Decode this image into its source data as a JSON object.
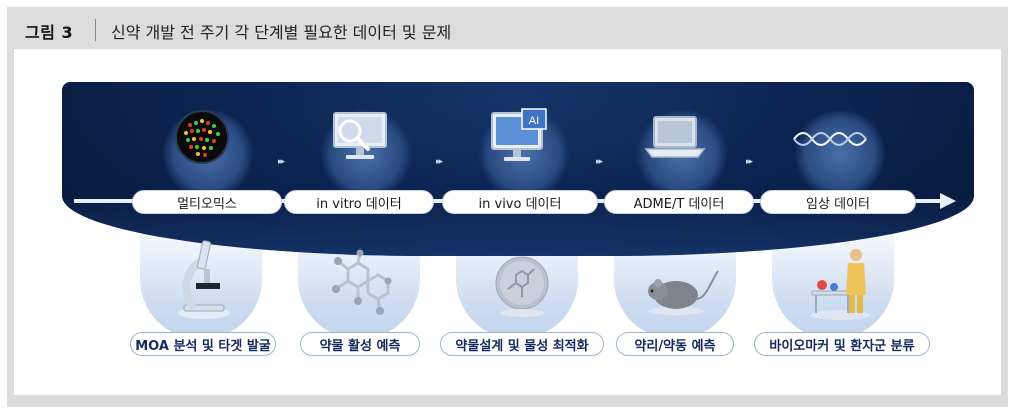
{
  "figure": {
    "label": "그림 3",
    "title": "신약 개발 전 주기 각 단계별 필요한 데이터 및 문제"
  },
  "stages": [
    {
      "label": "멀티오믹스",
      "icon": "microarray-icon"
    },
    {
      "label": "in vitro 데이터",
      "icon": "monitor-magnifier-icon"
    },
    {
      "label": "in vivo 데이터",
      "icon": "ai-monitor-icon"
    },
    {
      "label": "ADME/T 데이터",
      "icon": "laptop-icon"
    },
    {
      "label": "임상 데이터",
      "icon": "dna-wave-icon"
    }
  ],
  "tasks": [
    {
      "label": "MOA 분석 및 타겟 발굴",
      "icon": "microscope-icon"
    },
    {
      "label": "약물 활성 예측",
      "icon": "molecule-icon"
    },
    {
      "label": "약물설계 및 물성 최적화",
      "icon": "structure-sphere-icon"
    },
    {
      "label": "약리/약동 예측",
      "icon": "mouse-icon"
    },
    {
      "label": "바이오마커 및 환자군 분류",
      "icon": "lab-researcher-icon"
    }
  ],
  "connector_glyph": "▸▸",
  "ai_badge": "AI",
  "colors": {
    "band_dark": "#0d2452",
    "task_text": "#142a5c",
    "frame_gray": "#dcdcdc"
  }
}
